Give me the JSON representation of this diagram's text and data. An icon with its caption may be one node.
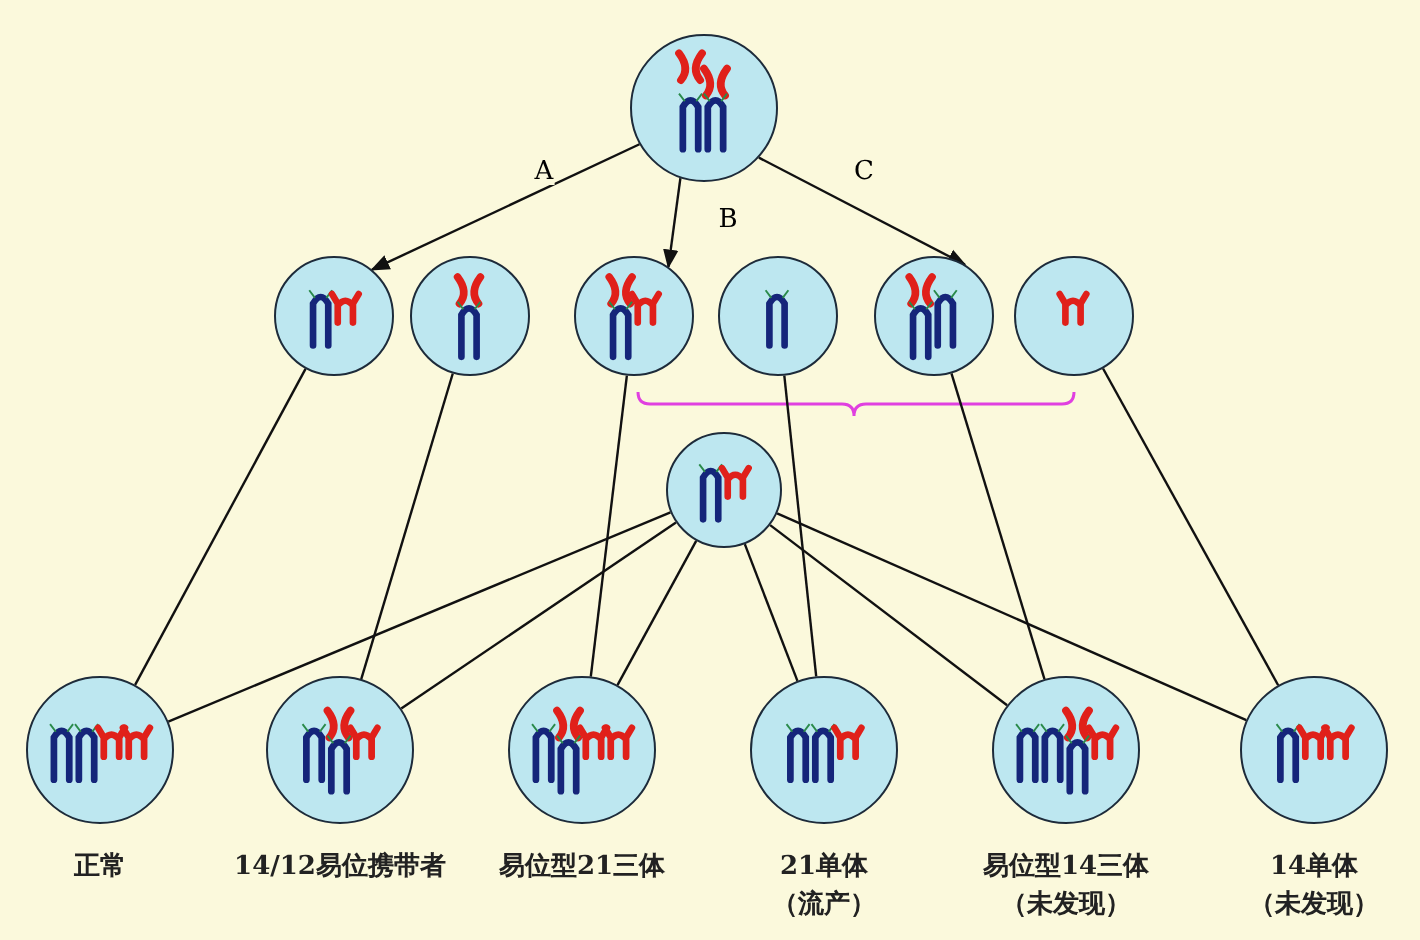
{
  "diagram": {
    "nodes": [
      {
        "text": [],
        "shape": "circle"
      },
      {
        "text": [],
        "shape": "circle"
      },
      {
        "text": [],
        "shape": "circle"
      },
      {
        "text": [],
        "shape": "circle"
      },
      {
        "text": [],
        "shape": "circle"
      },
      {
        "text": [],
        "shape": "circle"
      },
      {
        "text": [],
        "shape": "circle"
      },
      {
        "text": [],
        "shape": "circle"
      },
      {
        "text": [],
        "shape": "circle",
        "beside": [
          "正常"
        ]
      },
      {
        "text": [],
        "shape": "circle",
        "beside": [
          "14/12易位携带者"
        ]
      },
      {
        "text": [],
        "shape": "circle",
        "beside": [
          "易位型21三体"
        ]
      },
      {
        "text": [],
        "shape": "circle",
        "beside": [
          "21单体（流产）"
        ]
      },
      {
        "text": [],
        "shape": "circle",
        "beside": [
          "易位型14三体（未发现）"
        ]
      },
      {
        "text": [],
        "shape": "circle",
        "beside": [
          "14单体（未发现）"
        ]
      }
    ],
    "edges": [
      {
        "from": 0,
        "to": 1,
        "arrow": "to",
        "label": "A"
      },
      {
        "from": 0,
        "to": 3,
        "arrow": "to",
        "label": "B"
      },
      {
        "from": 0,
        "to": 5,
        "arrow": "to",
        "label": "C"
      },
      {
        "from": 1,
        "to": 8,
        "arrow": "none"
      },
      {
        "from": 2,
        "to": 9,
        "arrow": "none"
      },
      {
        "from": 3,
        "to": 10,
        "arrow": "none"
      },
      {
        "from": 4,
        "to": 11,
        "arrow": "none"
      },
      {
        "from": 5,
        "to": 12,
        "arrow": "none"
      },
      {
        "from": 6,
        "to": 13,
        "arrow": "none"
      },
      {
        "from": 7,
        "to": 8,
        "arrow": "none"
      },
      {
        "from": 7,
        "to": 9,
        "arrow": "none"
      },
      {
        "from": 7,
        "to": 10,
        "arrow": "none"
      },
      {
        "from": 7,
        "to": 11,
        "arrow": "none"
      },
      {
        "from": 7,
        "to": 12,
        "arrow": "none"
      },
      {
        "from": 7,
        "to": 13,
        "arrow": "none"
      }
    ]
  }
}
